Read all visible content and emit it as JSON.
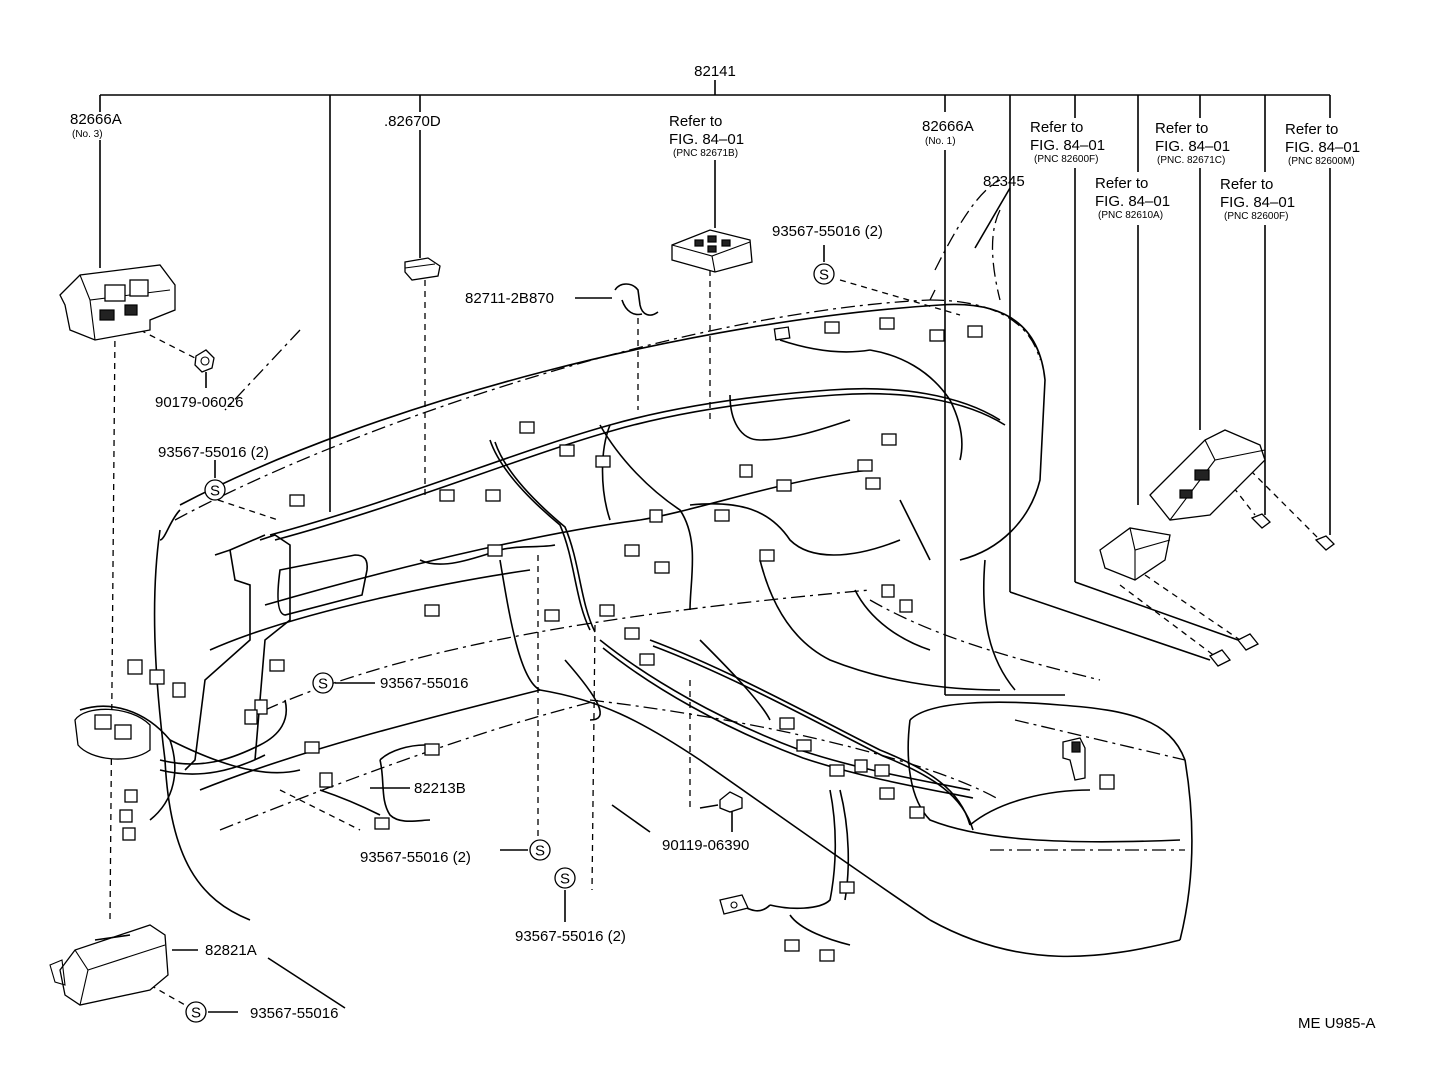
{
  "diagram": {
    "reference_code": "ME U985-A",
    "main_part": "82141",
    "screw_symbol": "S",
    "parts": {
      "p82666a_no3": {
        "number": "82666A",
        "note": "(No. 3)"
      },
      "p82670d": {
        "number": ".82670D"
      },
      "p82666a_no1": {
        "number": "82666A",
        "note": "(No. 1)"
      },
      "p82345": {
        "number": "82345"
      },
      "p82711": {
        "number": "82711-2B870"
      },
      "p90179": {
        "number": "90179-06026"
      },
      "p82213b": {
        "number": "82213B"
      },
      "p82821a": {
        "number": "82821A"
      },
      "p90119": {
        "number": "90119-06390"
      },
      "screw_top": {
        "number": "93567-55016 (2)"
      },
      "screw_left": {
        "number": "93567-55016 (2)"
      },
      "screw_mid": {
        "number": "93567-55016"
      },
      "screw_bottom_left": {
        "number": "93567-55016 (2)"
      },
      "screw_bottom": {
        "number": "93567-55016 (2)"
      },
      "screw_connector": {
        "number": "93567-55016"
      }
    },
    "references": {
      "ref_82671b": {
        "line1": "Refer to",
        "line2": "FIG. 84–01",
        "pnc": "(PNC 82671B)"
      },
      "ref_82600f_a": {
        "line1": "Refer to",
        "line2": "FIG. 84–01",
        "pnc": "(PNC 82600F)"
      },
      "ref_82671c": {
        "line1": "Refer to",
        "line2": "FIG. 84–01",
        "pnc": "(PNC. 82671C)"
      },
      "ref_82600m": {
        "line1": "Refer to",
        "line2": "FIG. 84–01",
        "pnc": "(PNC 82600M)"
      },
      "ref_82610a": {
        "line1": "Refer to",
        "line2": "FIG. 84–01",
        "pnc": "(PNC 82610A)"
      },
      "ref_82600f_b": {
        "line1": "Refer to",
        "line2": "FIG. 84–01",
        "pnc": "(PNC 82600F)"
      }
    }
  }
}
